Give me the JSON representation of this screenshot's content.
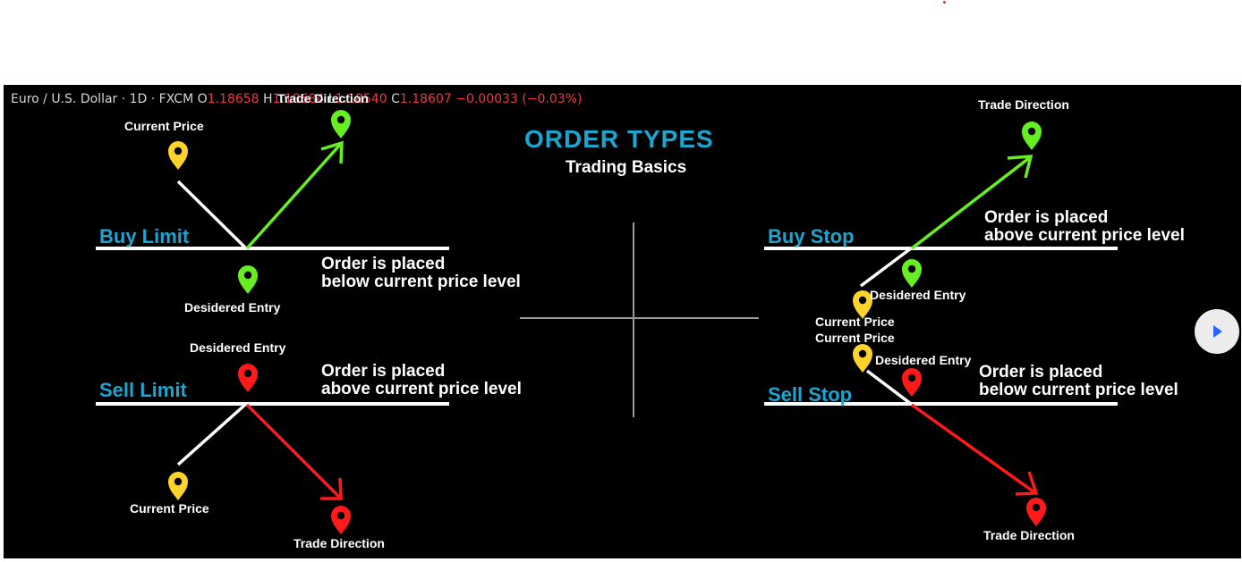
{
  "ticker": {
    "symbol": "Euro / U.S. Dollar · 1D · FXCM",
    "o_label": "O",
    "o_value": "1.18658",
    "h_label": "H",
    "h_value": "1.18684",
    "l_label": "L",
    "l_value": "1.18540",
    "c_label": "C",
    "c_value": "1.18607",
    "change": "−0.00033 (−0.03%)"
  },
  "title": "ORDER TYPES",
  "subtitle": "Trading Basics",
  "buy_limit": {
    "name": "Buy Limit",
    "note_line1": "Order is placed",
    "note_line2": "below current price level",
    "current_price": "Current Price",
    "entry": "Desidered Entry",
    "direction": "Trade Direction"
  },
  "sell_limit": {
    "name": "Sell Limit",
    "note_line1": "Order is placed",
    "note_line2": "above current price level",
    "current_price": "Current Price",
    "entry": "Desidered Entry",
    "direction": "Trade Direction"
  },
  "buy_stop": {
    "name": "Buy Stop",
    "note_line1": "Order is placed",
    "note_line2": "above current price level",
    "current_price": "Current Price",
    "entry": "Desidered Entry",
    "direction": "Trade Direction"
  },
  "sell_stop": {
    "name": "Sell Stop",
    "note_line1": "Order is placed",
    "note_line2": "below current price level",
    "current_price": "Current Price",
    "entry": "Desidered Entry",
    "direction": "Trade Direction"
  },
  "colors": {
    "accent": "#1ba6d1",
    "up": "#66ee22",
    "down": "#ff1a1a",
    "current": "#ffd42a"
  },
  "icons": {
    "pin": "map-pin-icon",
    "play": "play-icon"
  }
}
